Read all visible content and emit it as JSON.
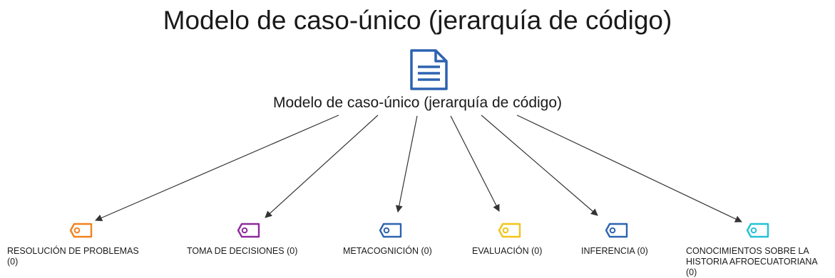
{
  "title": "Modelo de caso-único (jerarquía de código)",
  "root": {
    "label": "Modelo de caso-único (jerarquía de código)",
    "icon": "document-icon",
    "color": "#2d63b0"
  },
  "codes": [
    {
      "id": "resolucion",
      "label": "RESOLUCIÓN DE PROBLEMAS",
      "count": "(0)",
      "color": "#f0821e",
      "icon": "code-tag-icon"
    },
    {
      "id": "toma",
      "label": "TOMA DE DECISIONES (0)",
      "color": "#8e2a9c",
      "icon": "code-tag-icon"
    },
    {
      "id": "metacognicion",
      "label": "METACOGNICIÓN (0)",
      "color": "#2d63b0",
      "icon": "code-tag-icon"
    },
    {
      "id": "evaluacion",
      "label": "EVALUACIÓN (0)",
      "color": "#f2c418",
      "icon": "code-tag-icon"
    },
    {
      "id": "inferencia",
      "label": "INFERENCIA (0)",
      "color": "#2d63b0",
      "icon": "code-tag-icon"
    },
    {
      "id": "conocimientos",
      "label": "CONOCIMIENTOS SOBRE LA",
      "label2": "HISTORIA AFROECUATORIANA",
      "count": "(0)",
      "color": "#22c1d6",
      "icon": "code-tag-icon"
    }
  ],
  "edge_color": "#333333"
}
